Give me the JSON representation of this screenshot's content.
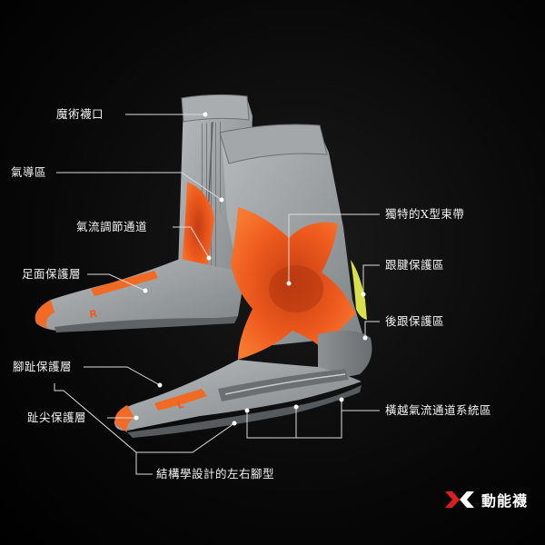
{
  "labels": {
    "magic_cuff": "魔術襪口",
    "air_guide_zone": "氣導區",
    "airflow_channel": "氣流調節通道",
    "instep_layer": "足面保護層",
    "unique_x_band": "獨特的X型束帶",
    "achilles_zone": "跟腱保護區",
    "rear_heel_zone": "後跟保護區",
    "sole_layer": "腳趾保護層",
    "toe_tip_layer": "趾尖保護層",
    "cross_airflow_system": "橫越氣流通道系統區",
    "anatomical_left_right": "結構學設計的左右腳型"
  },
  "sock_marks": {
    "right": "R",
    "left": "L"
  },
  "brand": {
    "name": "動能襪"
  },
  "colors": {
    "sock_gray": "#9ea3a6",
    "accent_orange": "#f05a1e",
    "accent_yellow": "#d7e04a",
    "leader_line": "#dcdcdc",
    "text": "#f2f2f2",
    "brand_red": "#d9201f"
  }
}
